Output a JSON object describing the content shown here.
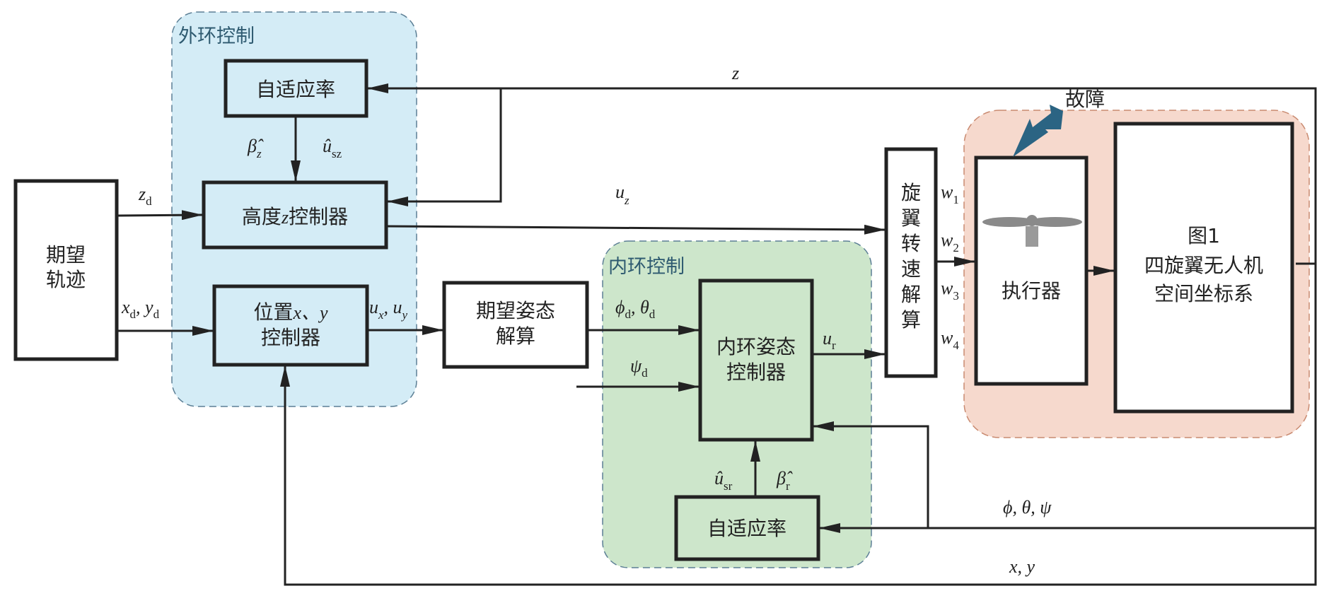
{
  "regions": {
    "outer_loop": {
      "label": "外环控制",
      "color": "#d4ecf6"
    },
    "inner_loop": {
      "label": "内环控制",
      "color": "#cde6cb"
    },
    "plant": {
      "color": "#f6d9cd"
    }
  },
  "blocks": {
    "desired_trajectory": [
      "期望",
      "轨迹"
    ],
    "adaptive_law_outer": "自适应率",
    "altitude_controller": {
      "prefix": "高度",
      "var": "z",
      "suffix": "控制器"
    },
    "position_controller": {
      "line1_prefix": "位置",
      "line1_vars": "x、y",
      "line2": "控制器"
    },
    "desired_attitude": [
      "期望姿态",
      "解算"
    ],
    "attitude_controller": [
      "内环姿态",
      "控制器"
    ],
    "adaptive_law_inner": "自适应率",
    "rotor_speed_solver": [
      "旋",
      "翼",
      "转",
      "速",
      "解",
      "算"
    ],
    "actuator": "执行器",
    "quadrotor": [
      "图1",
      "四旋翼无人机",
      "空间坐标系"
    ]
  },
  "fault_label": "故障",
  "fault_color": "#2b6483",
  "signals": {
    "z": "z",
    "z_d": {
      "main": "z",
      "sub": "d"
    },
    "xy_d": {
      "x": "x",
      "y": "y",
      "sub": "d"
    },
    "u_z": {
      "main": "u",
      "sub": "z"
    },
    "u_xy": {
      "x": "u",
      "xsub": "x",
      "y": "u",
      "ysub": "y"
    },
    "beta_z": {
      "main": "β̂",
      "sub": "z"
    },
    "u_sz": {
      "main": "û",
      "sub": "sz"
    },
    "phi_theta_d": {
      "phi": "ϕ",
      "theta": "θ",
      "sub": "d"
    },
    "psi_d": {
      "main": "ψ",
      "sub": "d"
    },
    "u_r": {
      "main": "u",
      "sub": "r"
    },
    "u_sr": {
      "main": "û",
      "sub": "sr"
    },
    "beta_r": {
      "main": "β̂",
      "sub": "r"
    },
    "w": [
      {
        "main": "w",
        "sub": "1"
      },
      {
        "main": "w",
        "sub": "2"
      },
      {
        "main": "w",
        "sub": "3"
      },
      {
        "main": "w",
        "sub": "4"
      }
    ],
    "attitude_feedback": "ϕ, θ, ψ",
    "position_feedback": "x, y"
  }
}
